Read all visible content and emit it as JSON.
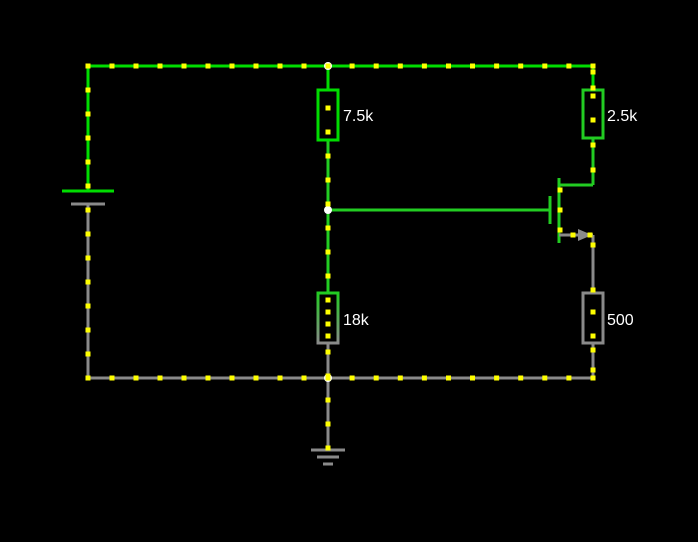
{
  "colors": {
    "background": "#000000",
    "wire_live": "#00dd00",
    "wire_dim": "#22cc22",
    "wire_ground": "#8a8a8a",
    "current_dot": "#ffff00",
    "node": "#ffffff",
    "label": "#ffffff"
  },
  "components": {
    "r1": {
      "label": "7.5k"
    },
    "r2": {
      "label": "2.5k"
    },
    "r3": {
      "label": "18k"
    },
    "r4": {
      "label": "500"
    }
  },
  "icons": {
    "battery": "battery-icon",
    "ground": "ground-icon",
    "transistor": "mosfet-icon"
  }
}
